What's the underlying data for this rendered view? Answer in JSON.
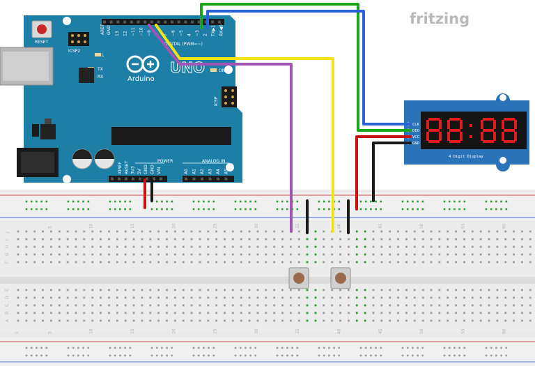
{
  "watermark": "fritzing",
  "arduino": {
    "reset_label": "RESET",
    "icsp2_label": "ICSP2",
    "icsp_label": "ICSP",
    "logo_text": "Arduino",
    "uno_text": "UNO",
    "digital_label": "DIGITAL (PWM=~)",
    "power_label": "POWER",
    "analog_label": "ANALOG IN",
    "on_label": "ON",
    "l_label": "L",
    "tx_label": "TX",
    "rx_label": "RX",
    "aref_label": "AREF",
    "gnd_label": "GND",
    "digital_pins": [
      "13",
      "12",
      "~11",
      "~10",
      "~9",
      "8",
      "7",
      "~6",
      "~5",
      "4",
      "~3",
      "2",
      "TX▶1",
      "RX◀0"
    ],
    "power_pins": [
      "IOREF",
      "RESET",
      "3V3",
      "5V",
      "GND",
      "GND",
      "VIN"
    ],
    "analog_pins": [
      "A0",
      "A1",
      "A2",
      "A3",
      "A4",
      "A5"
    ]
  },
  "display": {
    "caption": "4 Digit Display",
    "pins": [
      "CLK",
      "DIO",
      "VCC",
      "GND"
    ],
    "digits": "88:88"
  },
  "breadboard": {
    "top_numbers": [
      "5",
      "10",
      "15",
      "20",
      "25",
      "30",
      "35",
      "40",
      "45",
      "50",
      "55",
      "60"
    ],
    "bottom_numbers": [
      "1",
      "5",
      "10",
      "15",
      "20",
      "25",
      "30",
      "35",
      "40",
      "45",
      "50",
      "55",
      "60"
    ],
    "row_letters_top": [
      "J",
      "I",
      "H",
      "G",
      "F"
    ],
    "row_letters_bottom": [
      "E",
      "D",
      "C",
      "B",
      "A"
    ]
  },
  "wire_colors": {
    "green": "#1aa81a",
    "blue": "#2a62d8",
    "yellow": "#f2e21a",
    "purple": "#a352b5",
    "red": "#c41414",
    "black": "#1a1a1a"
  },
  "board_color": "#1d7fa6",
  "display_color": "#2b73b8"
}
